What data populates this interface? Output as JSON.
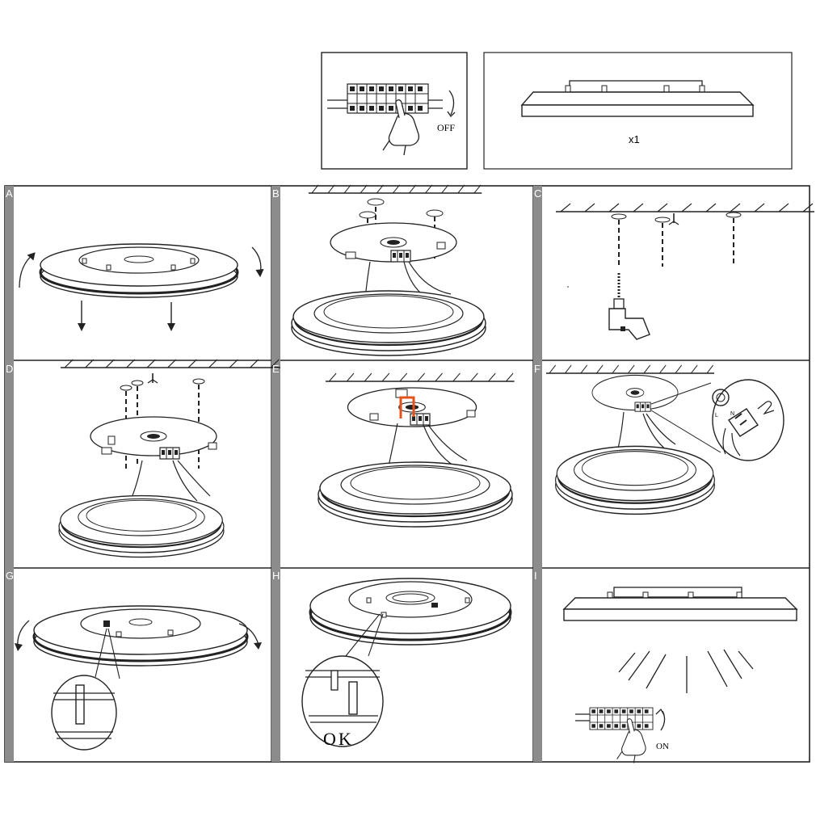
{
  "header": {
    "power_off_label": "OFF",
    "quantity_label": "x1"
  },
  "steps": [
    {
      "letter": "A"
    },
    {
      "letter": "B"
    },
    {
      "letter": "C"
    },
    {
      "letter": "D"
    },
    {
      "letter": "E"
    },
    {
      "letter": "F"
    },
    {
      "letter": "G"
    },
    {
      "letter": "H",
      "ok_label": "OK"
    },
    {
      "letter": "I",
      "power_on_label": "ON"
    }
  ],
  "colors": {
    "line": "#222222",
    "step_bar": "#8c8c8c",
    "highlight_wire": "#e4521b"
  },
  "wiring_labels": {
    "live": "L",
    "neutral": "N"
  }
}
